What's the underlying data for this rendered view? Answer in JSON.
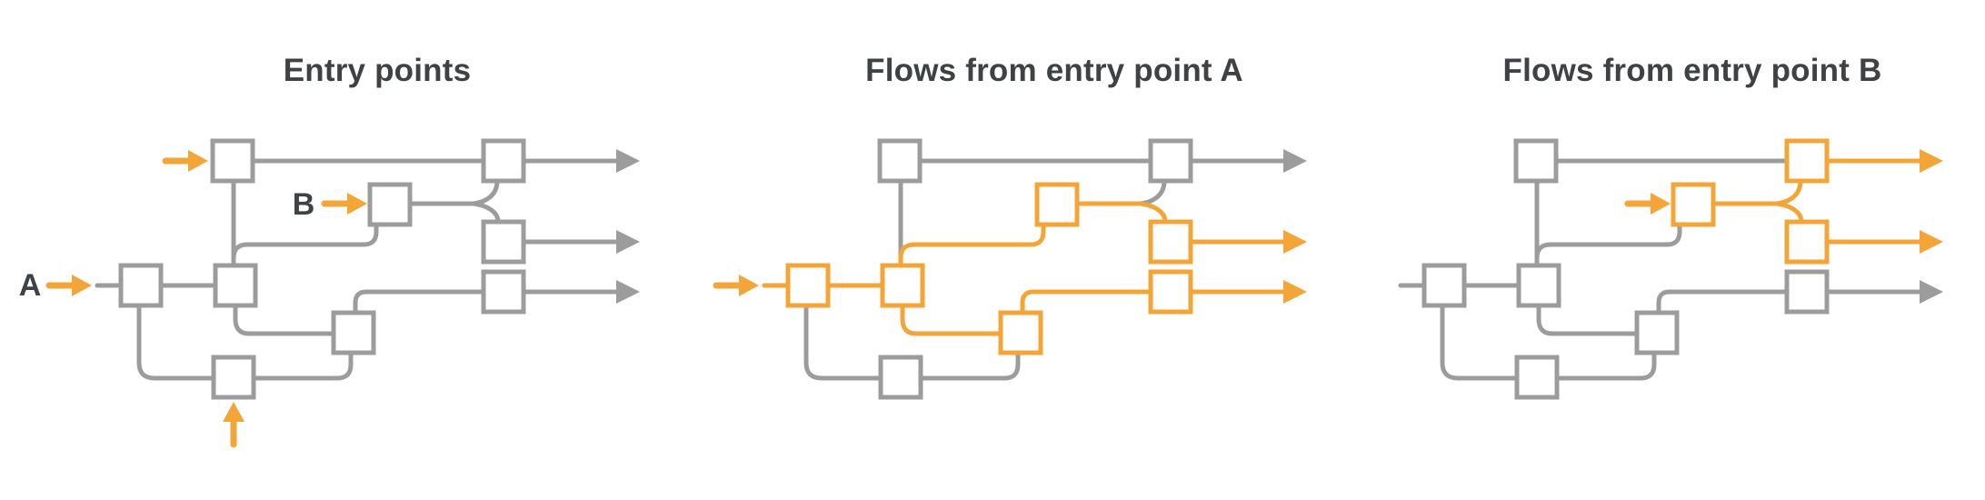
{
  "colors": {
    "flow_orange": "#F4A537",
    "line_gray": "#9C9C9C",
    "text_dark": "#3F4245",
    "background": "#FFFFFF"
  },
  "panels": [
    {
      "title": "Entry points",
      "entry_arrows": [
        "top",
        "a",
        "b",
        "bottom"
      ],
      "entry_labels": {
        "a": "A",
        "b": "B"
      },
      "highlighted": []
    },
    {
      "title": "Flows from entry point A",
      "entry_arrows": [
        "a"
      ],
      "entry_labels": {},
      "highlighted": [
        "e-a-stub",
        "n5",
        "e-n5-n6",
        "n6",
        "e-n6-n3",
        "n3",
        "e-n3-fork",
        "e-fork-n4",
        "n4",
        "exit2",
        "e-n6-n8",
        "n8",
        "e-n8-n7",
        "n7",
        "exit3"
      ]
    },
    {
      "title": "Flows from entry point B",
      "entry_arrows": [
        "b"
      ],
      "entry_labels": {},
      "highlighted": [
        "n3",
        "e-n3-fork",
        "e-fork-n2",
        "n2",
        "exit1",
        "e-fork-n4",
        "n4",
        "exit2"
      ]
    }
  ]
}
